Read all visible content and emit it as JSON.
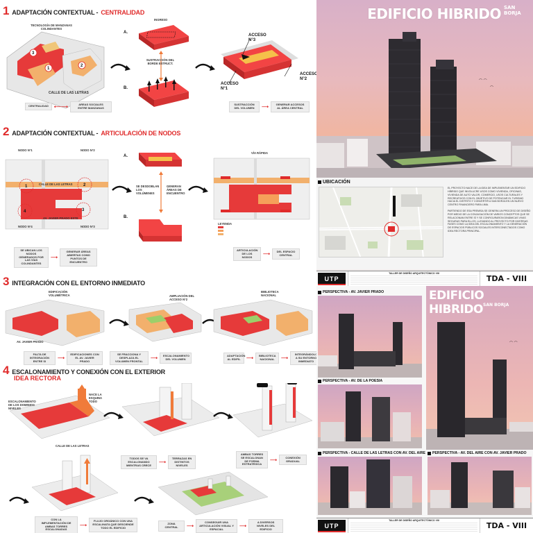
{
  "sections": {
    "s1": {
      "num": "1",
      "main": "ADAPTACIÓN CONTEXTUAL - ",
      "accent": "CENTRALIDAD"
    },
    "s2": {
      "num": "2",
      "main": "ADAPTACIÓN CONTEXTUAL - ",
      "accent": "ARTICULACIÓN DE NODOS"
    },
    "s3": {
      "num": "3",
      "main": "INTEGRACIÓN CON EL ENTORNO INMEDIATO"
    },
    "s4": {
      "num": "4",
      "main": "ESCALONAMIENTO Y CONEXIÓN CON EL EXTERIOR",
      "accent": "IDEA RECTORA"
    }
  },
  "s1_labels": {
    "tecnologia": "TECNOLOGÍA DE MANZANAS COLINDANTES",
    "calle": "CALLE DE LAS LETRAS",
    "ingreso": "INGRESO",
    "a": "A.",
    "b": "B.",
    "sustraccion": "SUSTRACCIÓN DEL BORDE ESTRUCT.",
    "acceso1": "ACCESO N°1",
    "acceso2": "ACCESO N°2",
    "acceso3": "ACCESO N°3",
    "cap1a": "CENTRALIDAD",
    "cap1b": "AREAS SOCIALES ENTRE MANZANAS",
    "cap2a": "SUSTRACCIÓN DEL VOLUMEN",
    "cap2b": "GENERAR ACCESOS AL ÁREA CENTRAL"
  },
  "s2_labels": {
    "nodo1": "NODO N°1",
    "nodo2": "NODO N°2",
    "nodo3": "NODO N°3",
    "nodo4": "NODO N°4",
    "via": "VÍA RÁPIDA",
    "calle_letras": "CALLE DE LAS LETRAS",
    "av_javier": "AV. JAVIER PRADO ESTE",
    "a": "A.",
    "b": "B.",
    "desdoblan": "SE DESDOBLAN LOS VOLÚMENES",
    "generan": "GENERAN ÁREAS DE ENCUENTRO",
    "leyenda": "LEYENDA",
    "cap1a": "SE UBICAN LOS NODOS GENERADOS POR LAS VÍAS COLINDANTES",
    "cap1b": "GENERAR ÁREAS ABIERTAS COMO PUNTOS DE ENCUENTRO",
    "cap2a": "ARTICULACIÓN DE LOS NODOS",
    "cap2b": "DEL ESPACIO CENTRAL"
  },
  "s3_labels": {
    "edificacion": "EDIFICACIÓN VOLUMÉTRICA",
    "ampliacion": "AMPLIACIÓN DEL ACCESO N°2",
    "biblio": "BIBLIOTECA NACIONAL",
    "av_javier": "AV. JAVIER PRADO",
    "cap1a": "FALTA DE INTEGRACIÓN ENTRE SI",
    "cap1b": "EDIFICACIONES CON EL AV. JAVIER PRADO",
    "cap2a": "SE FRACCIONA Y DESPLAZA EL VOLUMEN FRONTAL",
    "cap2b": "ESCALONAMIENTO DEL VOLUMEN",
    "cap3a": "ADAPTACIÓN AL EDIFIL",
    "cap3b": "BIBLIOTECA NACIONAL",
    "cap3c": "INTEGRÁNDOLO A SU ENTORNO INMEDIATO"
  },
  "s4_labels": {
    "escalon": "ESCALONAMIENTO DE LOS DOMINIOS NIVELES",
    "nace": "NACE LA ESQUINA TODO",
    "calle": "CALLE DE LAS LETRAS",
    "cap1a": "TODOS SE VA ESCALONANDO MIENTRAS CRECE",
    "cap1b": "TERRAZAS EN DISTINTOS NIVELES",
    "cap2a": "AMBAS TORRES SE ESCALONAN DE FORMA ESTRATÉGICA",
    "cap2b": "CONEXIÓN GRADUAL",
    "cap3a": "CON LA IMPLEMENTACIÓN DE AMBAS TORRES ESCALONADAS",
    "cap3b": "FLUJO ORGÁNICO CON UNA ESCALINATA QUE DESCIENDE TODO EL EDIFICIO",
    "cap4a": "ZONA CENTRAL",
    "cap4b": "CONSEGUIR UNA ARTICULACIÓN VISUAL Y ESPACIAL",
    "cap4c": "A DIVERSOS NIVELES DEL EDIFICIO"
  },
  "hero": {
    "title": "EDIFICIO HIBRIDO",
    "subtitle": "SAN BORJA"
  },
  "ubicacion": {
    "label": "UBICACIÓN",
    "p1": "EL PROYECTO NACE DE LA IDEA DE IMPLEMENTAR UN EDIFICIO HÍBRIDO QUE INVOLUCRE USOS COMO VIVIENDA, OFICINAS, VIVIENDA DE AUTO VALOR, COMERCIO, USOS CULTURALES Y RECREATIVOS CON EL OBJETIVO DE POTENCIAR EL TURISMO HACIA EL DISTRITO Y CONVERTIR A SAN BORJA EN UN NUEVO CENTRO FINANCIERO PARA LIMA.",
    "p2": "PARTIENDO DE ESA PREMISA SE GENERA UN PROCESO DE DISEÑO POR MEDIO DE LA CONJUGACIÓN DE VARIOS CONCEPTOS QUE SE RELACIONAN ENTRE SÍ Y SE CONFIGURARON DINÁMICAS VIVAS SEGURAS PARA ELLOS, LLEVANDO AL PROYECTO POR DIVERSAS FASES COMO LA IDEA DEL ESCALONAMIENTO Y LA GENERACIÓN DE ESPACIOS PÚBLICOS SOCIALES INTERCONECTADOS COMO IDEA RECTORA PRINCIPAL."
  },
  "footer": {
    "logo": "UTP",
    "course": "TALLER DE DISEÑO ARQUITECTÓNICO VIII",
    "code": "TDA - VIII"
  },
  "perspectives": {
    "p1": "PERSPECTIVA - AV. JAVIER PRADO",
    "p2": "PERSPECTIVA - AV. DE LA POESIA",
    "p3": "PERSPECTIVA - CALLE DE LAS LETRAS CON AV. DEL AIRE",
    "p4": "PERSPECTIVA - AV. DEL AIRE CON AV. JAVIER PRADO"
  },
  "colors": {
    "accent": "#e02b2b",
    "building": "#2a2a2e",
    "sky_top": "#d8b0c8",
    "sky_bottom": "#f0b6a2"
  }
}
